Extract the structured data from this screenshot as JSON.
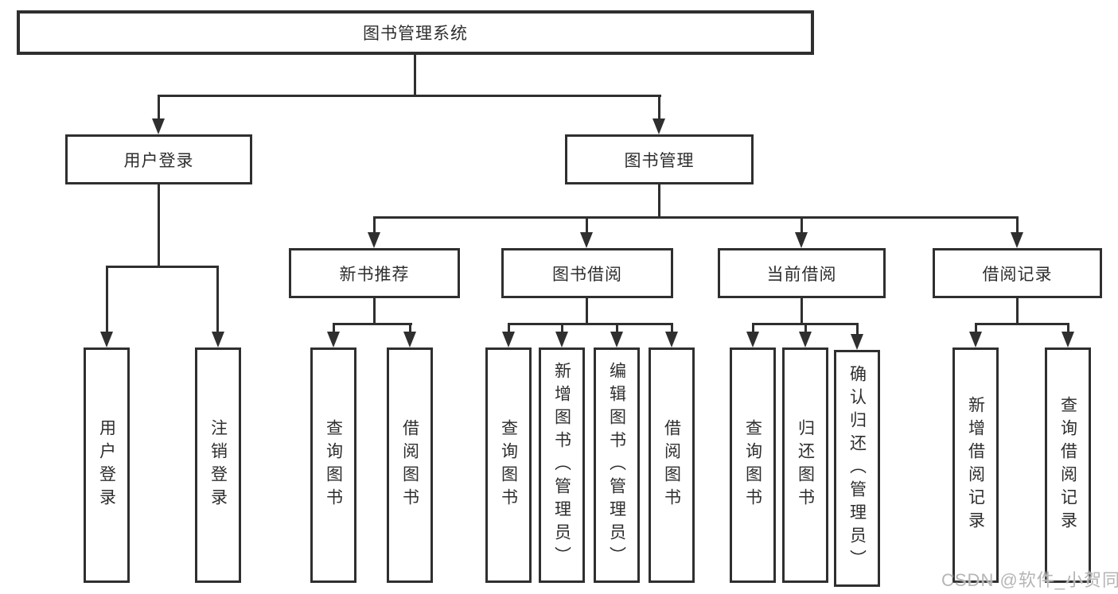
{
  "diagram": {
    "root": {
      "label": "图书管理系统"
    },
    "branches": [
      {
        "label": "用户登录",
        "children": [
          {
            "label": "用户登录"
          },
          {
            "label": "注销登录"
          }
        ]
      },
      {
        "label": "图书管理",
        "children": [
          {
            "label": "新书推荐",
            "children": [
              {
                "label": "查询图书"
              },
              {
                "label": "借阅图书"
              }
            ]
          },
          {
            "label": "图书借阅",
            "children": [
              {
                "label": "查询图书"
              },
              {
                "label": "新增图书（管理员）"
              },
              {
                "label": "编辑图书（管理员）"
              },
              {
                "label": "借阅图书"
              }
            ]
          },
          {
            "label": "当前借阅",
            "children": [
              {
                "label": "查询图书"
              },
              {
                "label": "归还图书"
              },
              {
                "label": "确认归还（管理员）"
              }
            ]
          },
          {
            "label": "借阅记录",
            "children": [
              {
                "label": "新增借阅记录"
              },
              {
                "label": "查询借阅记录"
              }
            ]
          }
        ]
      }
    ]
  },
  "watermark": "CSDN @软件_小贺同学",
  "colors": {
    "line": "#2f2f2f",
    "text": "#2e2e2e",
    "watermark": "#b5b5b5",
    "background": "#ffffff"
  }
}
